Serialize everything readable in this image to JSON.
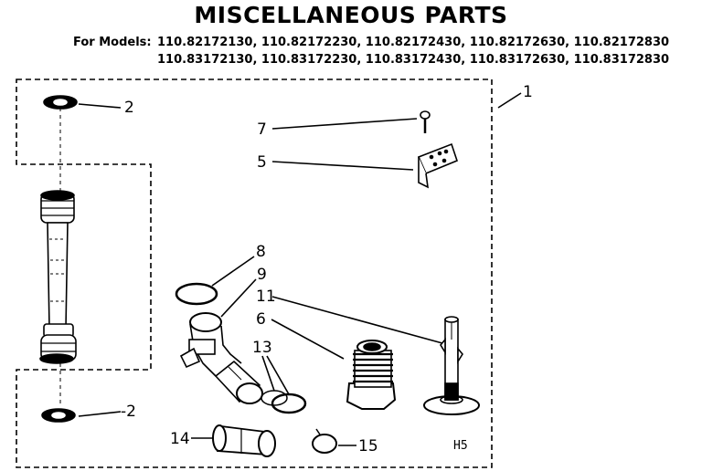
{
  "title": "MISCELLANEOUS PARTS",
  "models": {
    "prefix": "For Models:",
    "line1": "110.82172130, 110.82172230, 110.82172430, 110.82172630, 110.82172830",
    "line2": "110.83172130, 110.83172230, 110.83172430, 110.83172630, 110.83172830"
  },
  "callouts": {
    "c1": "1",
    "c2_top": "2",
    "c2_bottom": "-2",
    "c5": "5",
    "c6": "6",
    "c7": "7",
    "c8": "8",
    "c9": "9",
    "c11": "11",
    "c13": "13",
    "c14": "14",
    "c15": "15"
  },
  "diagram_code": "H5"
}
